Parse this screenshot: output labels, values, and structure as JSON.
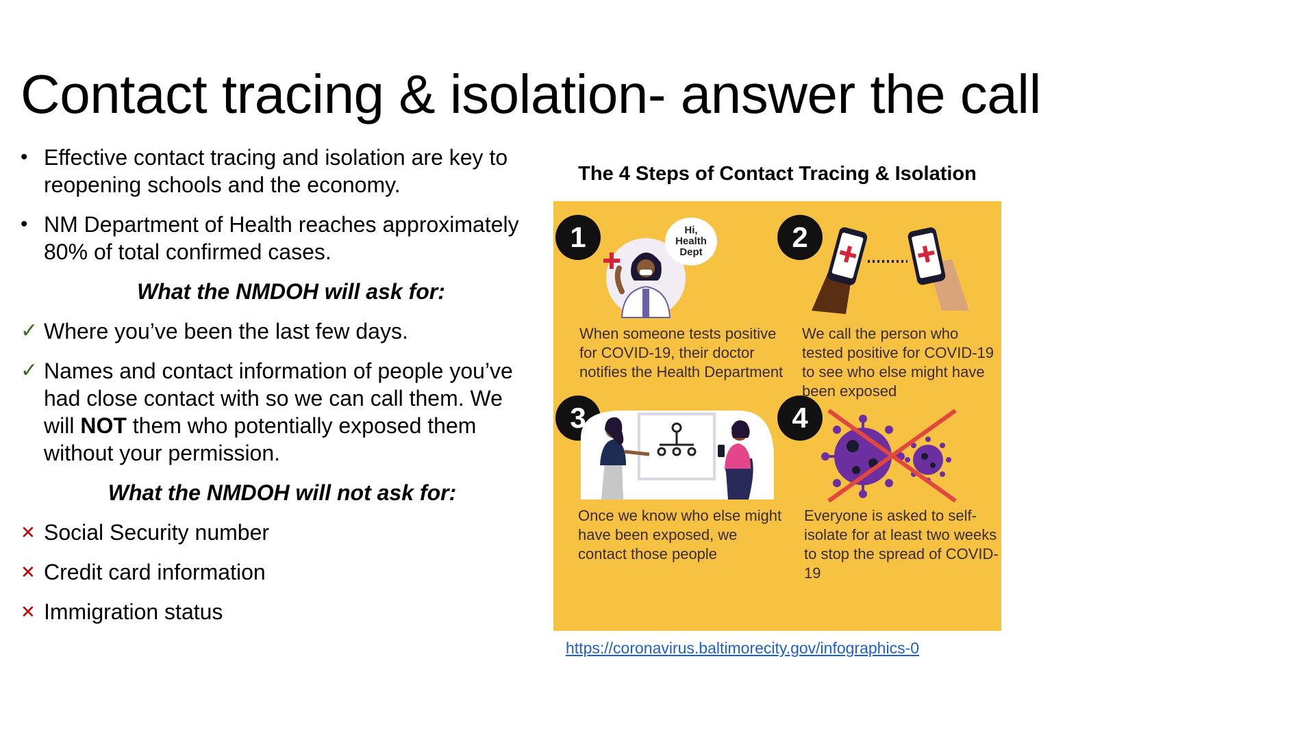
{
  "slide": {
    "title": "Contact tracing & isolation- answer the call"
  },
  "bullets": [
    "Effective contact tracing and isolation are key to reopening schools and the economy.",
    "NM Department of Health reaches approximately 80% of total confirmed cases."
  ],
  "ask_for": {
    "heading": "What the NMDOH will ask for:",
    "items": [
      "Where you’ve been the last few days.",
      {
        "before": "Names and contact information of people you’ve had close contact with so we can call them. We will ",
        "bold": "NOT",
        "after": " them who potentially exposed them without your permission."
      }
    ]
  },
  "not_ask_for": {
    "heading": "What the NMDOH will not ask for:",
    "items": [
      "Social Security number",
      "Credit card information",
      "Immigration status"
    ]
  },
  "infographic": {
    "title": "The 4 Steps of Contact Tracing & Isolation",
    "bubble_text": "Hi,\nHealth\nDept",
    "steps": [
      {
        "number": "1",
        "caption": "When someone tests positive for COVID-19, their doctor notifies the Health Department"
      },
      {
        "number": "2",
        "caption": "We call the person who tested positive for COVID-19 to see who else might have been exposed"
      },
      {
        "number": "3",
        "caption": "Once we know who else might have been exposed, we contact those people"
      },
      {
        "number": "4",
        "caption": "Everyone is asked to self-isolate for at least two weeks to stop the spread of COVID-19"
      }
    ],
    "colors": {
      "background": "#f7c242",
      "virus": "#6b2fa0",
      "cross": "#e2463f",
      "phone_accent": "#d6243a"
    }
  },
  "source_link": "https://coronavirus.baltimorecity.gov/infographics-0"
}
